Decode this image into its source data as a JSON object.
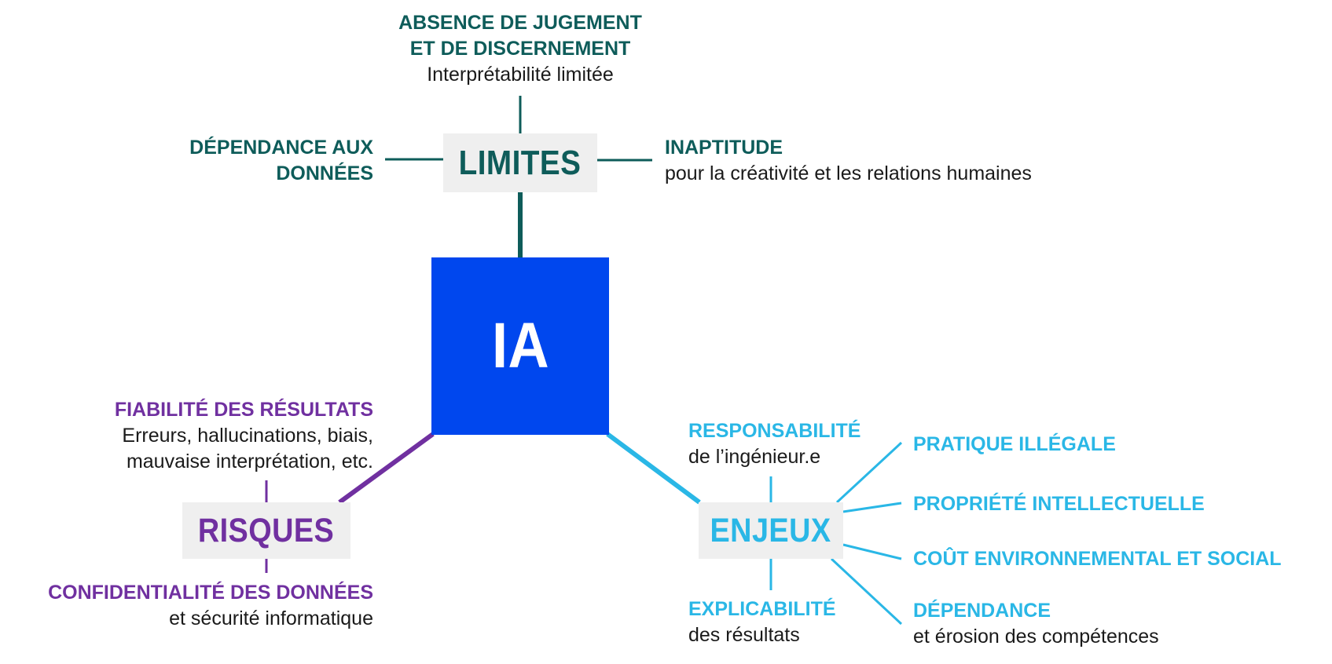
{
  "center": {
    "label": "IA"
  },
  "colors": {
    "center_fill": "#0047ee",
    "node_fill": "#efefef",
    "limites": "#0e5c5a",
    "risques": "#7030a0",
    "enjeux": "#2ab7e6"
  },
  "limites": {
    "label": "LIMITES",
    "items": [
      {
        "title_line1": "ABSENCE DE JUGEMENT",
        "title_line2": "ET DE DISCERNEMENT",
        "desc": "Interprétabilité limitée"
      },
      {
        "title_line1": "DÉPENDANCE AUX",
        "title_line2": "DONNÉES"
      },
      {
        "title": "INAPTITUDE",
        "desc": "pour la créativité et les relations humaines"
      }
    ]
  },
  "risques": {
    "label": "RISQUES",
    "items": [
      {
        "title": "FIABILITÉ DES RÉSULTATS",
        "desc_line1": "Erreurs, hallucinations, biais,",
        "desc_line2": "mauvaise interprétation, etc."
      },
      {
        "title": "CONFIDENTIALITÉ DES DONNÉES",
        "desc": "et sécurité informatique"
      }
    ]
  },
  "enjeux": {
    "label": "ENJEUX",
    "items": [
      {
        "title": "RESPONSABILITÉ",
        "desc": "de l’ingénieur.e"
      },
      {
        "title": "EXPLICABILITÉ",
        "desc": "des résultats"
      },
      {
        "title": "PRATIQUE ILLÉGALE"
      },
      {
        "title": "PROPRIÉTÉ INTELLECTUELLE"
      },
      {
        "title": "COÛT ENVIRONNEMENTAL ET SOCIAL"
      },
      {
        "title": "DÉPENDANCE",
        "desc": "et érosion des compétences"
      }
    ]
  }
}
